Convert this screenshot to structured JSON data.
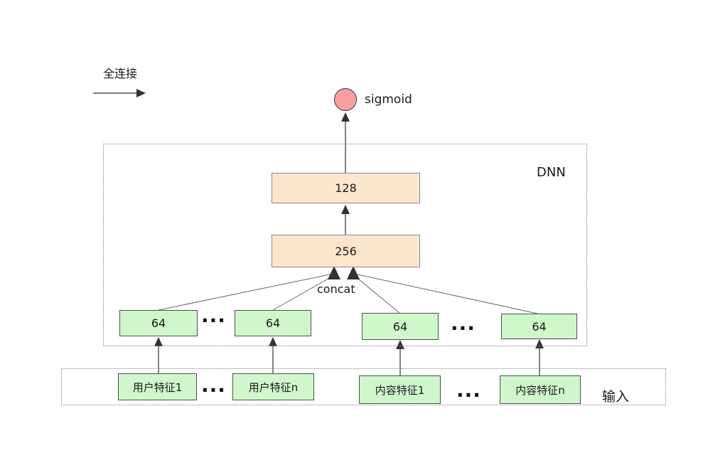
{
  "legend": {
    "label": "全连接"
  },
  "output": {
    "label": "sigmoid"
  },
  "dnn": {
    "label": "DNN",
    "concat_label": "concat",
    "layers": [
      "128",
      "256"
    ],
    "units": [
      "64",
      "64",
      "64",
      "64"
    ]
  },
  "inputs": {
    "label": "输入",
    "features": [
      "用户特征1",
      "用户特征n",
      "内容特征1",
      "内容特征n"
    ]
  },
  "ellipsis": "...",
  "colors": {
    "layer_fill": "#fbe5cd",
    "layer_border": "#8a8a8a",
    "unit_fill": "#d0f6cc",
    "unit_border": "#4a524a",
    "sigmoid_fill": "#f89f9f",
    "sigmoid_border": "#3a3a3a",
    "line": "#666666",
    "arrowhead": "#333333",
    "dashed_border": "#7f7f7f"
  }
}
